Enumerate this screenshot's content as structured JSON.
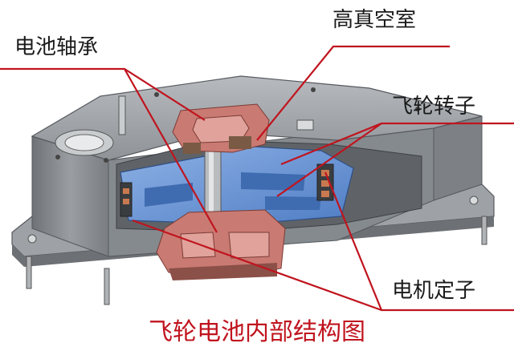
{
  "labels": {
    "vacuum_chamber": "高真空室",
    "battery_bearing": "电池轴承",
    "flywheel_rotor": "飞轮转子",
    "motor_stator": "电机定子"
  },
  "caption": "飞轮电池内部结构图",
  "colors": {
    "leader_line": "#c0141e",
    "caption": "#c0141e",
    "housing": "#8c9094",
    "rotor": "#6d97d6",
    "bearing": "#c97a72"
  }
}
